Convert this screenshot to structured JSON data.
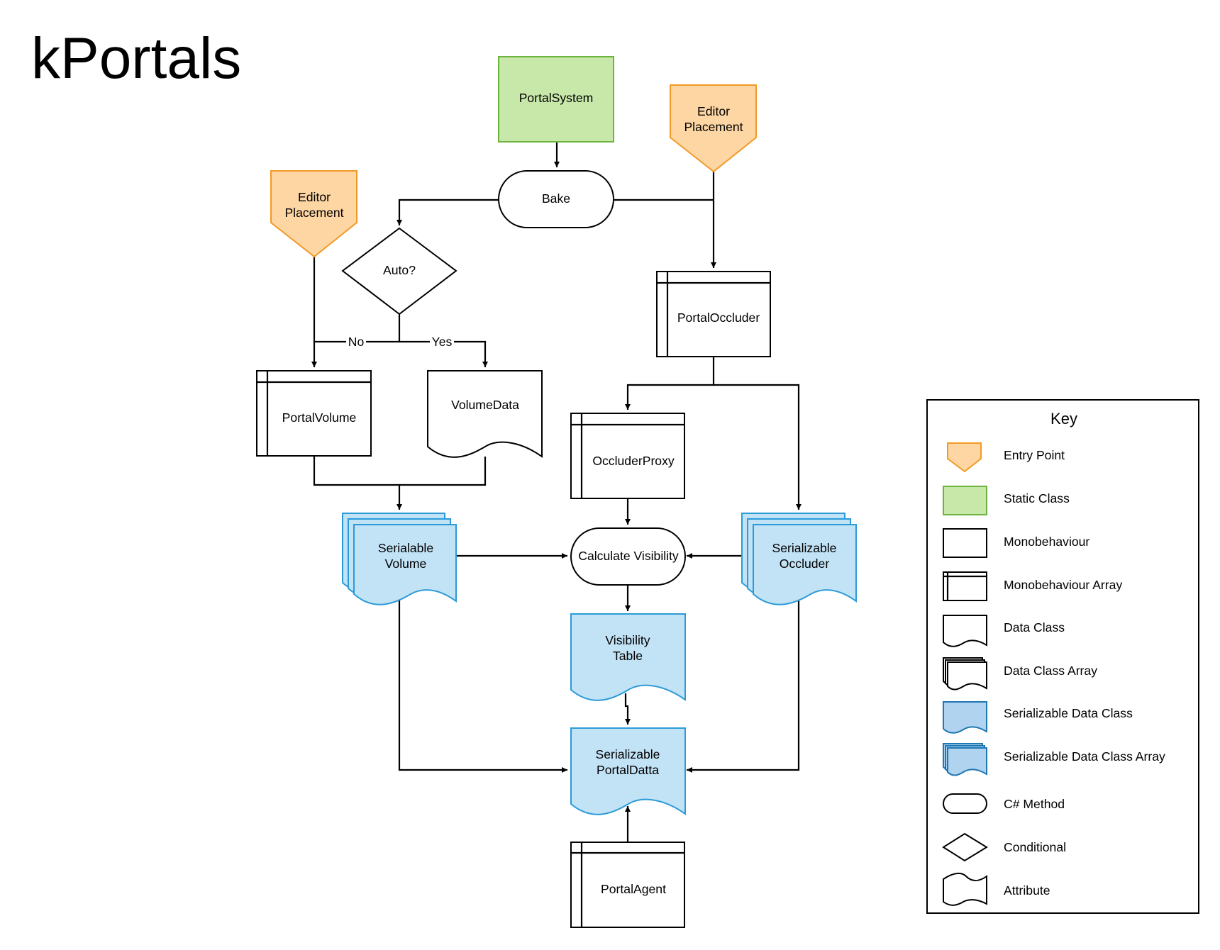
{
  "title": "kPortals",
  "nodes": {
    "portal_system": "PortalSystem",
    "editor_placement_right": [
      "Editor",
      "Placement"
    ],
    "bake": "Bake",
    "editor_placement_left": [
      "Editor",
      "Placement"
    ],
    "auto": "Auto?",
    "portal_occluder": "PortalOccluder",
    "portal_volume": "PortalVolume",
    "volume_data": "VolumeData",
    "occluder_proxy": "OccluderProxy",
    "serialable_volume": [
      "Serialable",
      "Volume"
    ],
    "calculate_visibility": "Calculate Visibility",
    "serializable_occluder": [
      "Serializable",
      "Occluder"
    ],
    "visibility_table": [
      "Visibility",
      "Table"
    ],
    "serializable_portal_data": [
      "Serializable",
      "PortalDatta"
    ],
    "portal_agent": "PortalAgent"
  },
  "edge_labels": {
    "no": "No",
    "yes": "Yes"
  },
  "key": {
    "title": "Key",
    "items": [
      "Entry Point",
      "Static Class",
      "Monobehaviour",
      "Monobehaviour Array",
      "Data Class",
      "Data Class Array",
      "Serializable Data Class",
      "Serializable Data Class Array",
      "C# Method",
      "Conditional",
      "Attribute"
    ]
  },
  "colors": {
    "entry_fill": "#FDD6A3",
    "entry_stroke": "#F29A26",
    "static_fill": "#C8E8AA",
    "static_stroke": "#6DB33F",
    "serial_fill": "#C2E2F5",
    "serial_stroke": "#2B9BD8",
    "key_serial_fill": "#B0D4EF",
    "key_serial_stroke": "#1F77B4"
  }
}
